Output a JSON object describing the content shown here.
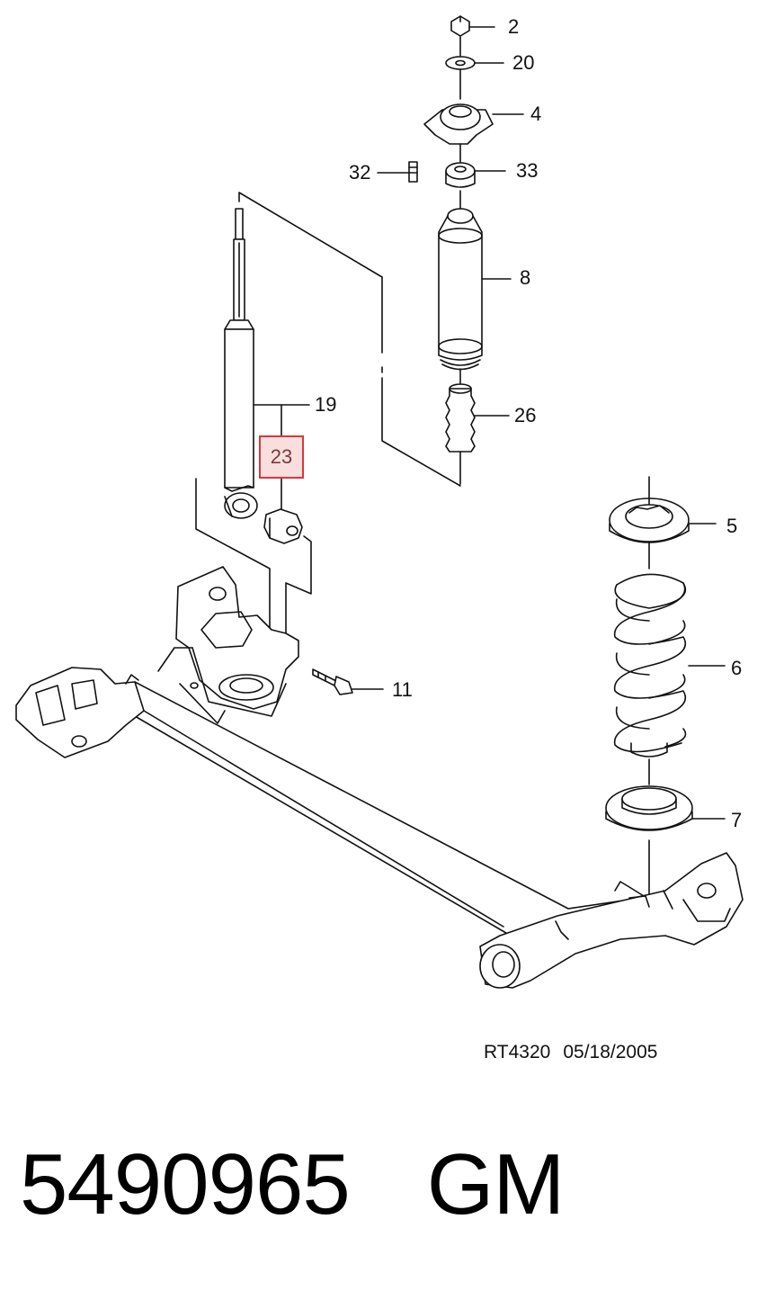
{
  "callouts": [
    {
      "num": "2",
      "highlighted": false
    },
    {
      "num": "20",
      "highlighted": false
    },
    {
      "num": "4",
      "highlighted": false
    },
    {
      "num": "32",
      "highlighted": false
    },
    {
      "num": "33",
      "highlighted": false
    },
    {
      "num": "8",
      "highlighted": false
    },
    {
      "num": "19",
      "highlighted": false
    },
    {
      "num": "23",
      "highlighted": true
    },
    {
      "num": "26",
      "highlighted": false
    },
    {
      "num": "5",
      "highlighted": false
    },
    {
      "num": "6",
      "highlighted": false
    },
    {
      "num": "11",
      "highlighted": false
    },
    {
      "num": "7",
      "highlighted": false
    }
  ],
  "reference": {
    "code": "RT4320",
    "date": "05/18/2005"
  },
  "part": {
    "number": "5490965",
    "brand": "GM"
  },
  "colors": {
    "highlight_fill": "#f9dede",
    "highlight_border": "#d9363e",
    "line": "#111111"
  }
}
